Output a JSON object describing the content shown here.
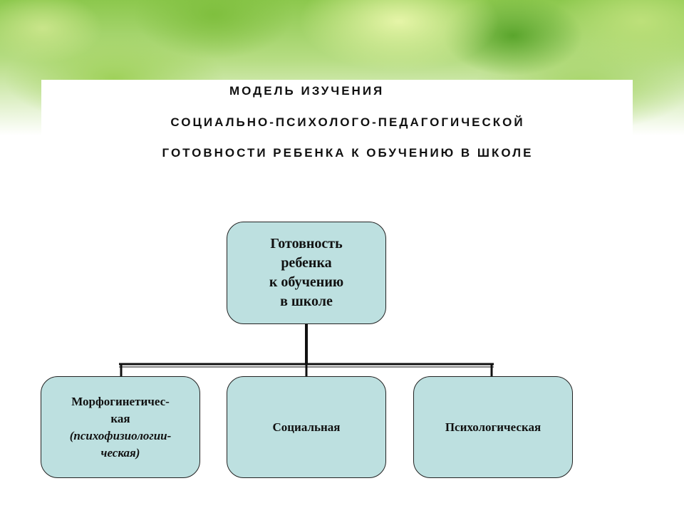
{
  "title": {
    "line1": "МОДЕЛЬ ИЗУЧЕНИЯ",
    "line2": "СОЦИАЛЬНО-ПСИХОЛОГО-ПЕДАГОГИЧЕСКОЙ",
    "line3": "ГОТОВНОСТИ РЕБЕНКА К ОБУЧЕНИЮ В ШКОЛЕ"
  },
  "root_node": {
    "lines": [
      "Готовность",
      "ребенка",
      "к обучению",
      "в школе"
    ]
  },
  "child_nodes": [
    {
      "lines": [
        "Морфогинетичес-",
        "кая"
      ],
      "italic_lines": [
        "(психофизиологии-",
        "ческая)"
      ]
    },
    {
      "label": "Социальная"
    },
    {
      "label": "Психологическая"
    }
  ],
  "colors": {
    "node_fill": "#bde0e0",
    "node_border": "#222222",
    "foliage_green": "#8cc84d"
  }
}
